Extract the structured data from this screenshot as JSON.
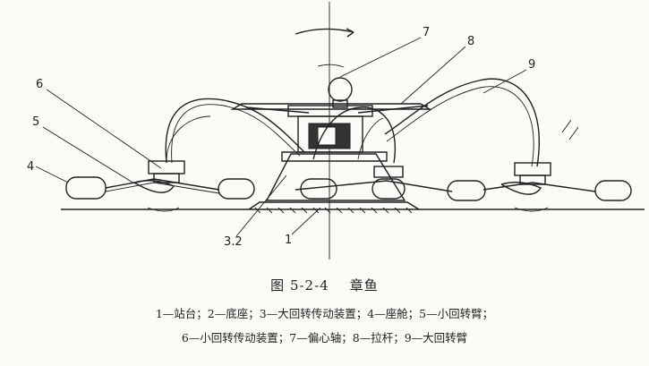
{
  "callouts": [
    "7",
    "8",
    "9",
    "6",
    "5",
    "4",
    "3.2",
    "1"
  ],
  "figure_number": "图 5-2-4",
  "figure_title": "章鱼",
  "legend_line1": "1—站台；2—底座；3—大回转传动装置；4—座舱；5—小回转臂；",
  "legend_line2": "6—小回转传动装置；7—偏心轴；8—拉杆；9—大回转臂"
}
